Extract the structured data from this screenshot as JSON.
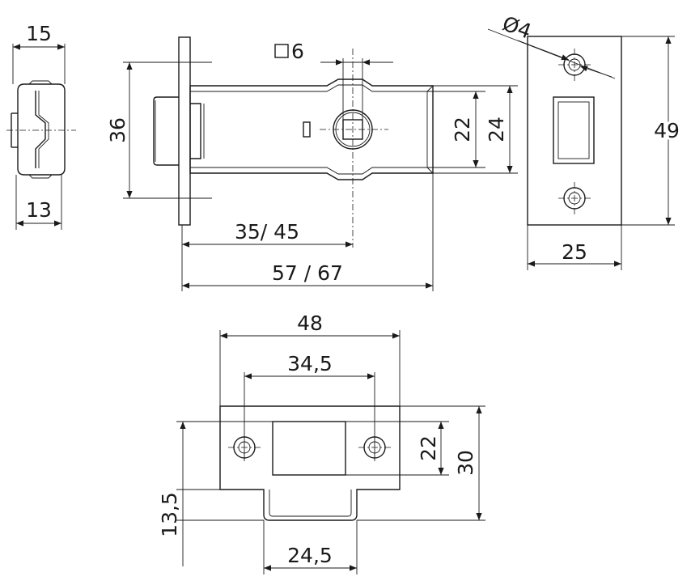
{
  "side_view": {
    "width_top": "15",
    "width_bottom": "13"
  },
  "main_view": {
    "height_faceplate": "36",
    "spindle_square": "6",
    "backset": "35/ 45",
    "total_length": "57 / 67",
    "case_height_inner": "22",
    "case_height_outer": "24"
  },
  "faceplate_view": {
    "hole_diameter": "Ø4",
    "height": "49",
    "width": "25"
  },
  "strike_plate": {
    "width": "48",
    "hole_spacing": "34,5",
    "height_inner": "22",
    "height_outer": "30",
    "offset": "13,5",
    "lip_width": "24,5"
  },
  "colors": {
    "line": "#1a1a1a",
    "background": "#ffffff"
  }
}
